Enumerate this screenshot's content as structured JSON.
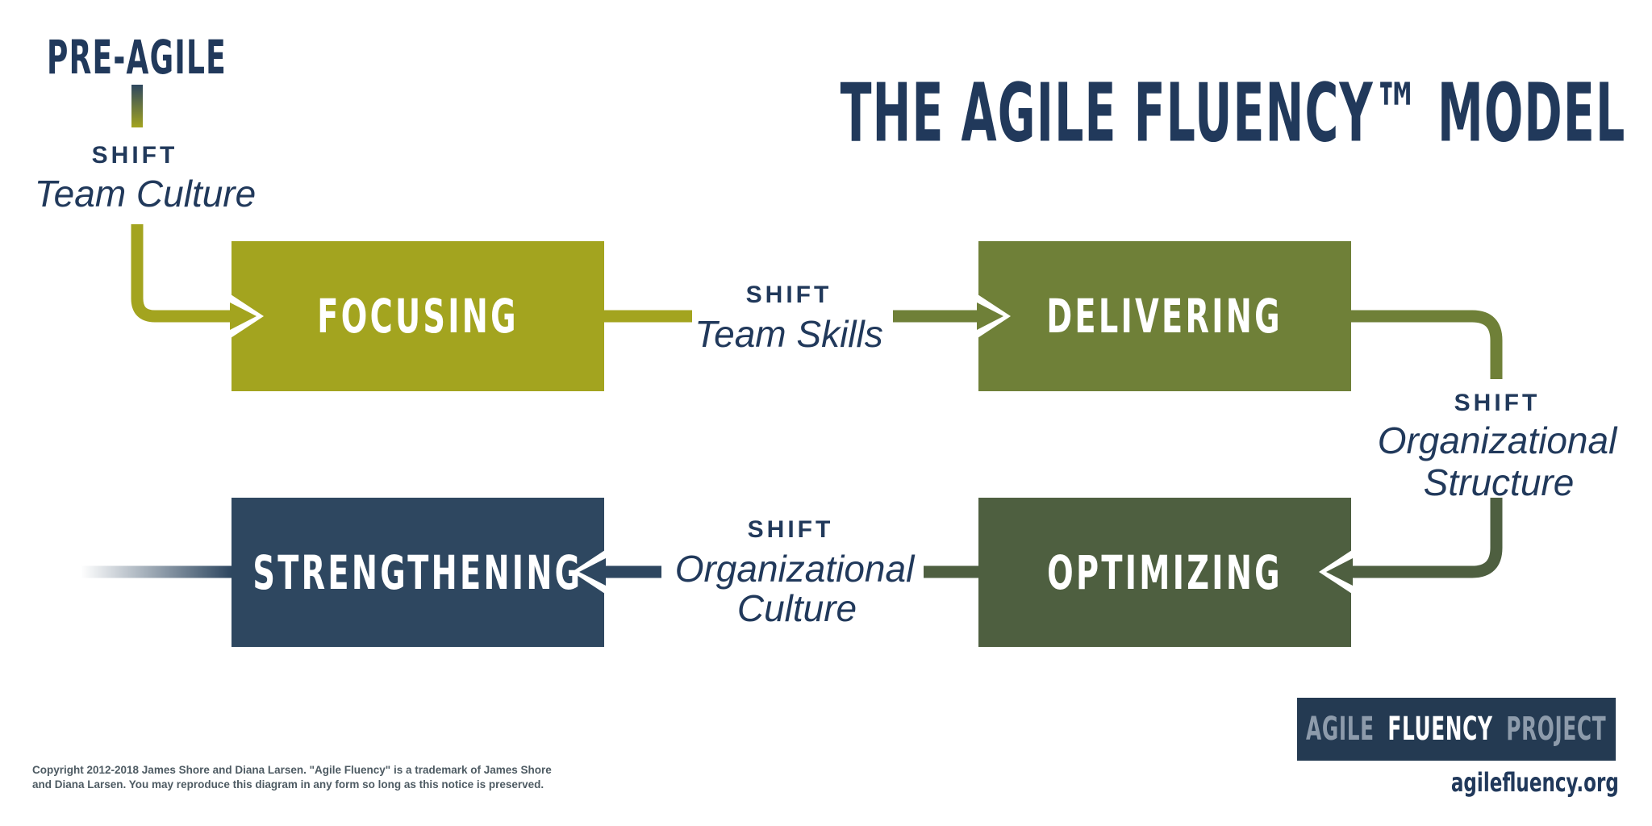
{
  "title": {
    "text": "THE AGILE FLUENCY™ MODEL",
    "color": "#21395b"
  },
  "pre_agile": {
    "label": "PRE-AGILE"
  },
  "shift_team_culture": {
    "kicker": "SHIFT",
    "line1": "Team Culture"
  },
  "shift_team_skills": {
    "kicker": "SHIFT",
    "line1": "Team Skills"
  },
  "shift_org_structure": {
    "kicker": "SHIFT",
    "line1": "Organizational",
    "line2": "Structure"
  },
  "shift_org_culture": {
    "kicker": "SHIFT",
    "line1": "Organizational",
    "line2": "Culture"
  },
  "zones": {
    "focusing": {
      "label": "FOCUSING",
      "color": "#a3a41f"
    },
    "delivering": {
      "label": "DELIVERING",
      "color": "#6f8038"
    },
    "optimizing": {
      "label": "OPTIMIZING",
      "color": "#4e5f40"
    },
    "strengthening": {
      "label": "STRENGTHENING",
      "color": "#2e4760"
    }
  },
  "connectors": {
    "pre_agile_to_focusing_color": "#a3a41f",
    "focusing_to_delivering_colors": [
      "#a3a41f",
      "#6f8038"
    ],
    "delivering_to_optimizing_colors": [
      "#6f8038",
      "#4e5f40"
    ],
    "optimizing_to_strengthening_colors": [
      "#4e5f40",
      "#2e4760"
    ],
    "fade_out_color": "#2e4760",
    "gradient_tick": [
      "#2e4760",
      "#a3a41f"
    ]
  },
  "badge": {
    "word1": "AGILE",
    "word2": "FLUENCY",
    "word3": "PROJECT",
    "bg": "#243a52",
    "muted_color": "#8d9bab",
    "bright_color": "#ffffff"
  },
  "footer": {
    "copyright_line1": "Copyright 2012-2018 James Shore and Diana Larsen. \"Agile Fluency\" is a trademark of James Shore",
    "copyright_line2": "and Diana Larsen. You may reproduce this diagram in any form so long as this notice is preserved.",
    "website": "agilefluency.org"
  },
  "colors": {
    "navy_text": "#21395b",
    "copyright_gray": "#4e5b63"
  }
}
